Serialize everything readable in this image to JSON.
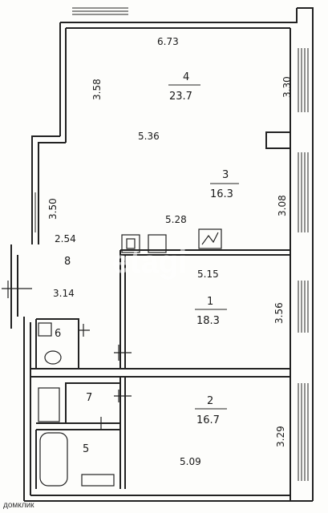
{
  "rooms": [
    {
      "number": "4",
      "area": "23.7"
    },
    {
      "number": "3",
      "area": "16.3"
    },
    {
      "number": "1",
      "area": "18.3"
    },
    {
      "number": "2",
      "area": "16.7"
    },
    {
      "number": "8"
    },
    {
      "number": "6"
    },
    {
      "number": "7"
    },
    {
      "number": "5"
    }
  ],
  "dimensions": [
    "6.73",
    "3.58",
    "3.30",
    "5.36",
    "3.08",
    "3.50",
    "5.28",
    "2.54",
    "5.15",
    "3.14",
    "3.56",
    "3.29",
    "5.09"
  ],
  "watermark": "etagi",
  "footer_logo": "домклик"
}
